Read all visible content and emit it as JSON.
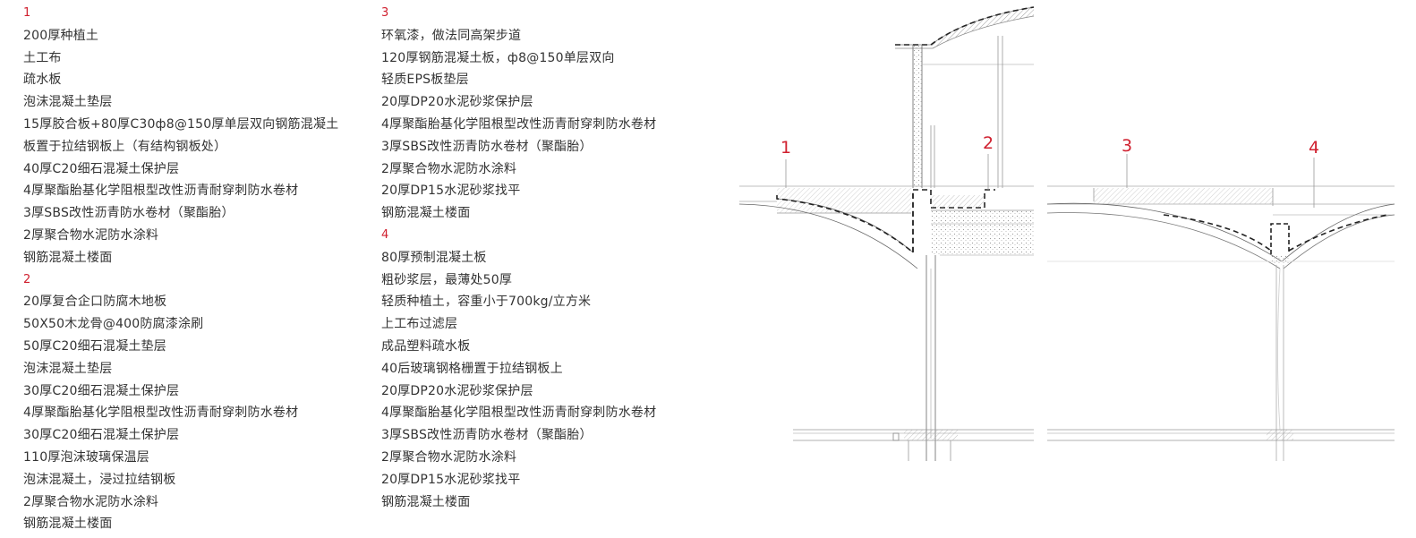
{
  "notes_left": [
    {
      "num": "1",
      "items": [
        "200厚种植土",
        "土工布",
        "疏水板",
        "泡沫混凝土垫层",
        "15厚胶合板+80厚C30ф8@150厚单层双向钢筋混凝土",
        "板置于拉结钢板上（有结构钢板处）",
        "40厚C20细石混凝土保护层",
        "4厚聚酯胎基化学阻根型改性沥青耐穿刺防水卷材",
        "3厚SBS改性沥青防水卷材（聚酯胎）",
        "2厚聚合物水泥防水涂料",
        "钢筋混凝土楼面"
      ]
    },
    {
      "num": "2",
      "items": [
        "20厚复合企口防腐木地板",
        "50X50木龙骨@400防腐漆涂刷",
        "50厚C20细石混凝土垫层",
        "泡沫混凝土垫层",
        "30厚C20细石混凝土保护层",
        "4厚聚酯胎基化学阻根型改性沥青耐穿刺防水卷材",
        "30厚C20细石混凝土保护层",
        "110厚泡沫玻璃保温层",
        "泡沫混凝土，浸过拉结钢板",
        "2厚聚合物水泥防水涂料",
        "钢筋混凝土楼面"
      ]
    }
  ],
  "notes_right": [
    {
      "num": "3",
      "items": [
        "环氧漆，做法同高架步道",
        "120厚钢筋混凝土板，ф8@150单层双向",
        "轻质EPS板垫层",
        "20厚DP20水泥砂浆保护层",
        "4厚聚酯胎基化学阻根型改性沥青耐穿刺防水卷材",
        "3厚SBS改性沥青防水卷材（聚酯胎）",
        "2厚聚合物水泥防水涂料",
        "20厚DP15水泥砂浆找平",
        "钢筋混凝土楼面"
      ]
    },
    {
      "num": "4",
      "items": [
        "80厚预制混凝土板",
        "粗砂浆层，最薄处50厚",
        "轻质种植土，容重小于700kg/立方米",
        "上工布过滤层",
        "成品塑料疏水板",
        "40后玻璃钢格栅置于拉结钢板上",
        "20厚DP20水泥砂浆保护层",
        "4厚聚酯胎基化学阻根型改性沥青耐穿刺防水卷材",
        "3厚SBS改性沥青防水卷材（聚酯胎）",
        "2厚聚合物水泥防水涂料",
        "20厚DP15水泥砂浆找平",
        "钢筋混凝土楼面"
      ]
    }
  ],
  "callouts": [
    "1",
    "2",
    "3",
    "4"
  ],
  "colors": {
    "accent": "#d0202f",
    "line": "#555555",
    "light": "#bbbbbb",
    "hatch": "#999999"
  }
}
